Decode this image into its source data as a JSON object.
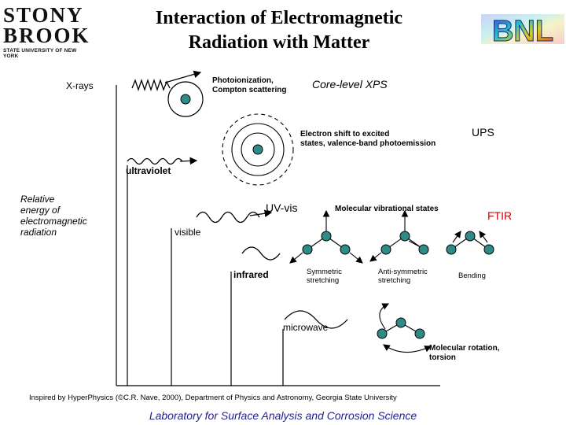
{
  "header": {
    "title_line1": "Interaction of Electromagnetic",
    "title_line2": "Radiation with Matter",
    "stony_line1": "STONY",
    "stony_line2": "BROOK",
    "stony_sub": "STATE UNIVERSITY OF NEW YORK",
    "bnl_logo": "BNL"
  },
  "labels": {
    "xrays": "X-rays",
    "photoionization_1": "Photoionization,",
    "photoionization_2": "Compton scattering",
    "core_xps": "Core-level XPS",
    "electron_shift_1": "Electron shift to excited",
    "electron_shift_2": "states, valence-band photoemission",
    "ups": "UPS",
    "ultraviolet": "ultraviolet",
    "relative_1": "Relative",
    "relative_2": "energy of",
    "relative_3": "electromagnetic",
    "relative_4": "radiation",
    "uvvis": "UV-vis",
    "molecular_vib": "Molecular vibrational states",
    "ftir": "FTIR",
    "visible": "visible",
    "infrared": "infrared",
    "sym_1": "Symmetric",
    "sym_2": "stretching",
    "anti_1": "Anti-symmetric",
    "anti_2": "stretching",
    "bending": "Bending",
    "microwave": "microwave",
    "rotation_1": "Molecular rotation,",
    "rotation_2": "torsion"
  },
  "footer": {
    "credit": "Inspired by HyperPhysics (©C.R. Nave, 2000), Department of Physics and Astronomy, Georgia State University",
    "lab": "Laboratory for Surface Analysis and Corrosion Science"
  },
  "colors": {
    "atom_fill": "#2e8b87",
    "label_red": "#cc0000",
    "lab_blue": "#1f1f8f"
  }
}
